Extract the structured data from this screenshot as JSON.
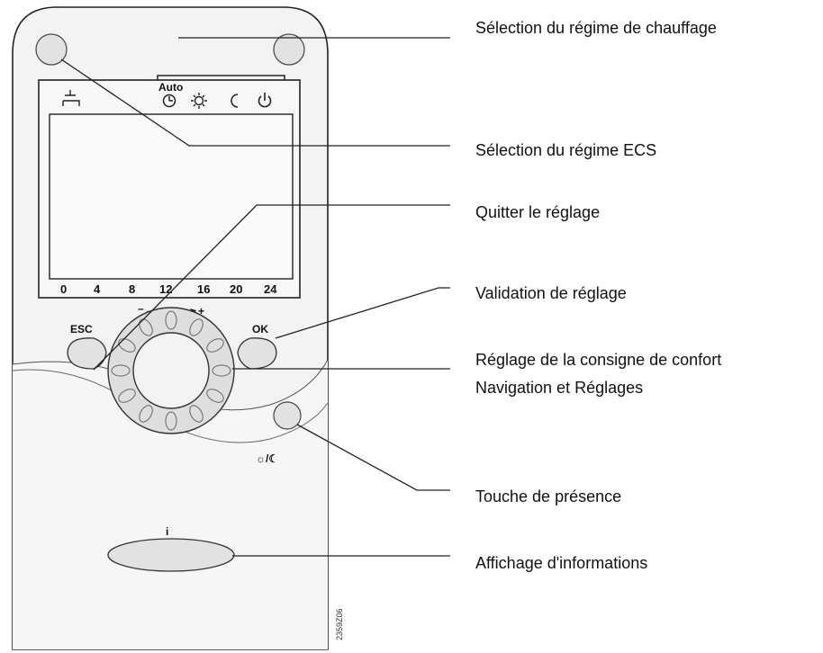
{
  "display": {
    "mode_auto_label": "Auto",
    "time_scale": [
      "0",
      "4",
      "8",
      "12",
      "16",
      "20",
      "24"
    ]
  },
  "keys": {
    "esc_label": "ESC",
    "ok_label": "OK",
    "minus_label": "–",
    "plus_label": "+",
    "presence_symbol": "☼/☾",
    "info_symbol": "i"
  },
  "callouts": {
    "heating_mode": "Sélection du régime de chauffage",
    "dhw_mode": "Sélection du régime  ECS",
    "quit_setting": "Quitter le réglage",
    "confirm_setting": "Validation de réglage",
    "comfort_setpoint": "Réglage de la consigne de confort",
    "navigation": "Navigation et Réglages",
    "presence_key": "Touche de présence",
    "info_display": "Affichage d'informations"
  },
  "document_id": "2359Z06"
}
